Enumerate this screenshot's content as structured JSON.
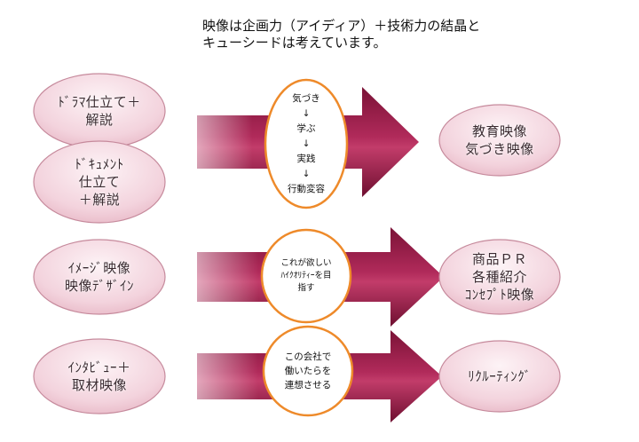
{
  "heading": {
    "line1": "映像は企画力（アイディア）＋技術力の結晶と",
    "line2": "キューシードは考えています。"
  },
  "rows": [
    {
      "inputs": [
        {
          "lines": [
            "ﾄﾞﾗﾏ仕立て＋",
            "解説"
          ]
        },
        {
          "lines": [
            "ﾄﾞｷｭﾒﾝﾄ",
            "仕立て",
            "＋解説"
          ]
        }
      ],
      "process": {
        "lines": [
          "気づき",
          "↓",
          "学ぶ",
          "↓",
          "実践",
          "↓",
          "行動変容"
        ]
      },
      "output": {
        "lines": [
          "教育映像",
          "気づき映像"
        ]
      }
    },
    {
      "inputs": [
        {
          "lines": [
            "ｲﾒｰｼﾞ映像",
            "映像ﾃﾞｻﾞｲﾝ"
          ]
        }
      ],
      "process": {
        "lines": [
          "これが欲しい",
          "ﾊｲｸｵﾘﾃｨｰを目",
          "指す"
        ]
      },
      "output": {
        "lines": [
          "商品ＰＲ",
          "各種紹介",
          "ｺﾝｾﾌﾟﾄ映像"
        ]
      }
    },
    {
      "inputs": [
        {
          "lines": [
            "ｲﾝﾀﾋﾞｭｰ＋",
            "取材映像"
          ]
        }
      ],
      "process": {
        "lines": [
          "この会社で",
          "働いたらを",
          "連想させる"
        ]
      },
      "output": {
        "lines": [
          "ﾘｸﾙｰﾃｨﾝｸﾞ"
        ]
      }
    }
  ],
  "colors": {
    "arrow": "#9c1d4a",
    "oval_fill": "#f6dde4",
    "oval_stroke": "#c68a9c",
    "circle_stroke": "#ee8a2a"
  }
}
